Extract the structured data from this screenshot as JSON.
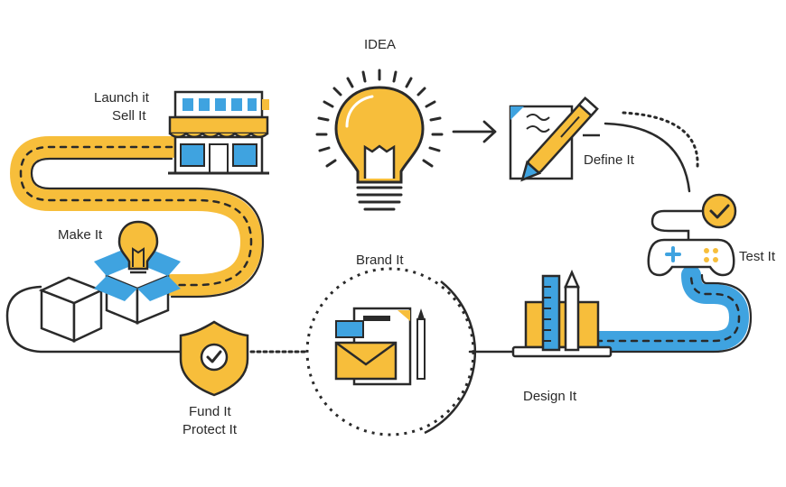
{
  "colors": {
    "yellow": "#F7BE3B",
    "blue": "#3FA3E0",
    "ink": "#2A2A2A",
    "white": "#FFFFFF"
  },
  "labels": {
    "idea": "IDEA",
    "define": "Define It",
    "test": "Test It",
    "design": "Design It",
    "brand": "Brand It",
    "fund": "Fund It",
    "protect": "Protect It",
    "make": "Make It",
    "launch": "Launch it",
    "sell": "Sell It"
  },
  "icons": {
    "idea": "lightbulb-icon",
    "define": "pen-document-icon",
    "test": "gamepad-check-icon",
    "design": "ruler-pencil-laptop-icon",
    "brand": "envelope-stationery-icon",
    "fund": "shield-check-icon",
    "make": "boxes-bulb-icon",
    "launch": "storefront-icon"
  }
}
